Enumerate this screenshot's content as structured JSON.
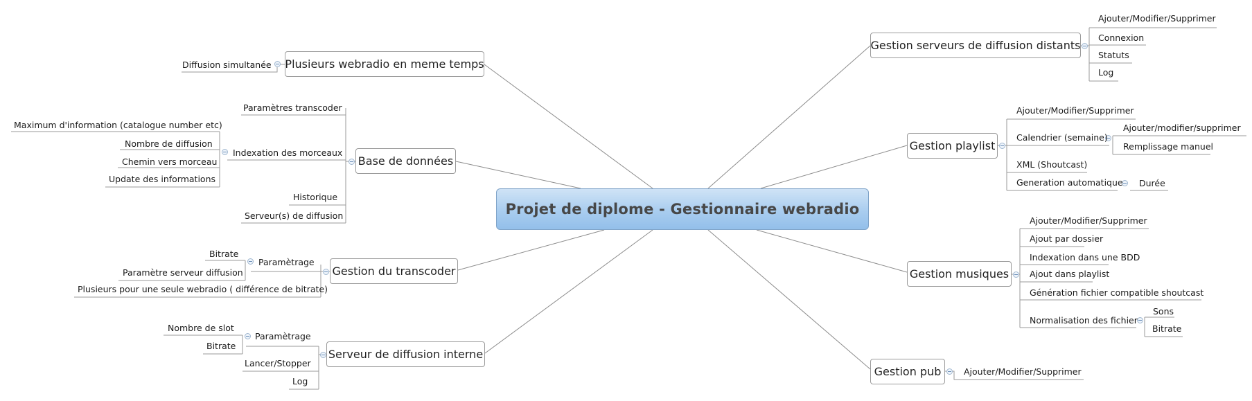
{
  "central": "Projet de diplome - Gestionnaire webradio",
  "branches": {
    "plusieurs": {
      "label": "Plusieurs webradio en meme temps",
      "items": [
        "Diffusion simultanée"
      ]
    },
    "bdd": {
      "label": "Base de données",
      "items": [
        "Paramètres transcoder",
        "Indexation des morceaux",
        "Historique",
        "Serveur(s) de diffusion"
      ],
      "indexation": [
        "Maximum d'information (catalogue number etc)",
        "Nombre de diffusion",
        "Chemin vers morceau",
        "Update des informations"
      ]
    },
    "transcoder": {
      "label": "Gestion du transcoder",
      "items": [
        "Paramètrage",
        "Plusieurs pour une seule webradio ( différence de bitrate)"
      ],
      "parametrage": [
        "Bitrate",
        "Paramètre serveur diffusion"
      ]
    },
    "interne": {
      "label": "Serveur de diffusion interne",
      "items": [
        "Paramètrage",
        "Lancer/Stopper",
        "Log"
      ],
      "parametrage": [
        "Nombre de slot",
        "Bitrate"
      ]
    },
    "distants": {
      "label": "Gestion serveurs de diffusion distants",
      "items": [
        "Ajouter/Modifier/Supprimer",
        "Connexion",
        "Statuts",
        "Log"
      ]
    },
    "playlist": {
      "label": "Gestion playlist",
      "items": [
        "Ajouter/Modifier/Supprimer",
        "Calendrier (semaine)",
        "XML (Shoutcast)",
        "Generation automatique"
      ],
      "calendrier": [
        "Ajouter/modifier/supprimer",
        "Remplissage manuel"
      ],
      "generation": [
        "Durée"
      ]
    },
    "musiques": {
      "label": "Gestion musiques",
      "items": [
        "Ajouter/Modifier/Supprimer",
        "Ajout par dossier",
        "Indexation dans une BDD",
        "Ajout dans playlist",
        "Génération fichier compatible shoutcast",
        "Normalisation des fichier"
      ],
      "normalisation": [
        "Sons",
        "Bitrate"
      ]
    },
    "pub": {
      "label": "Gestion pub",
      "items": [
        "Ajouter/Modifier/Supprimer"
      ]
    }
  },
  "colors": {
    "central_top": "#cfe3f6",
    "central_bottom": "#93bfea",
    "line": "#8a8a8a",
    "toggle": "#6c8fb8"
  }
}
